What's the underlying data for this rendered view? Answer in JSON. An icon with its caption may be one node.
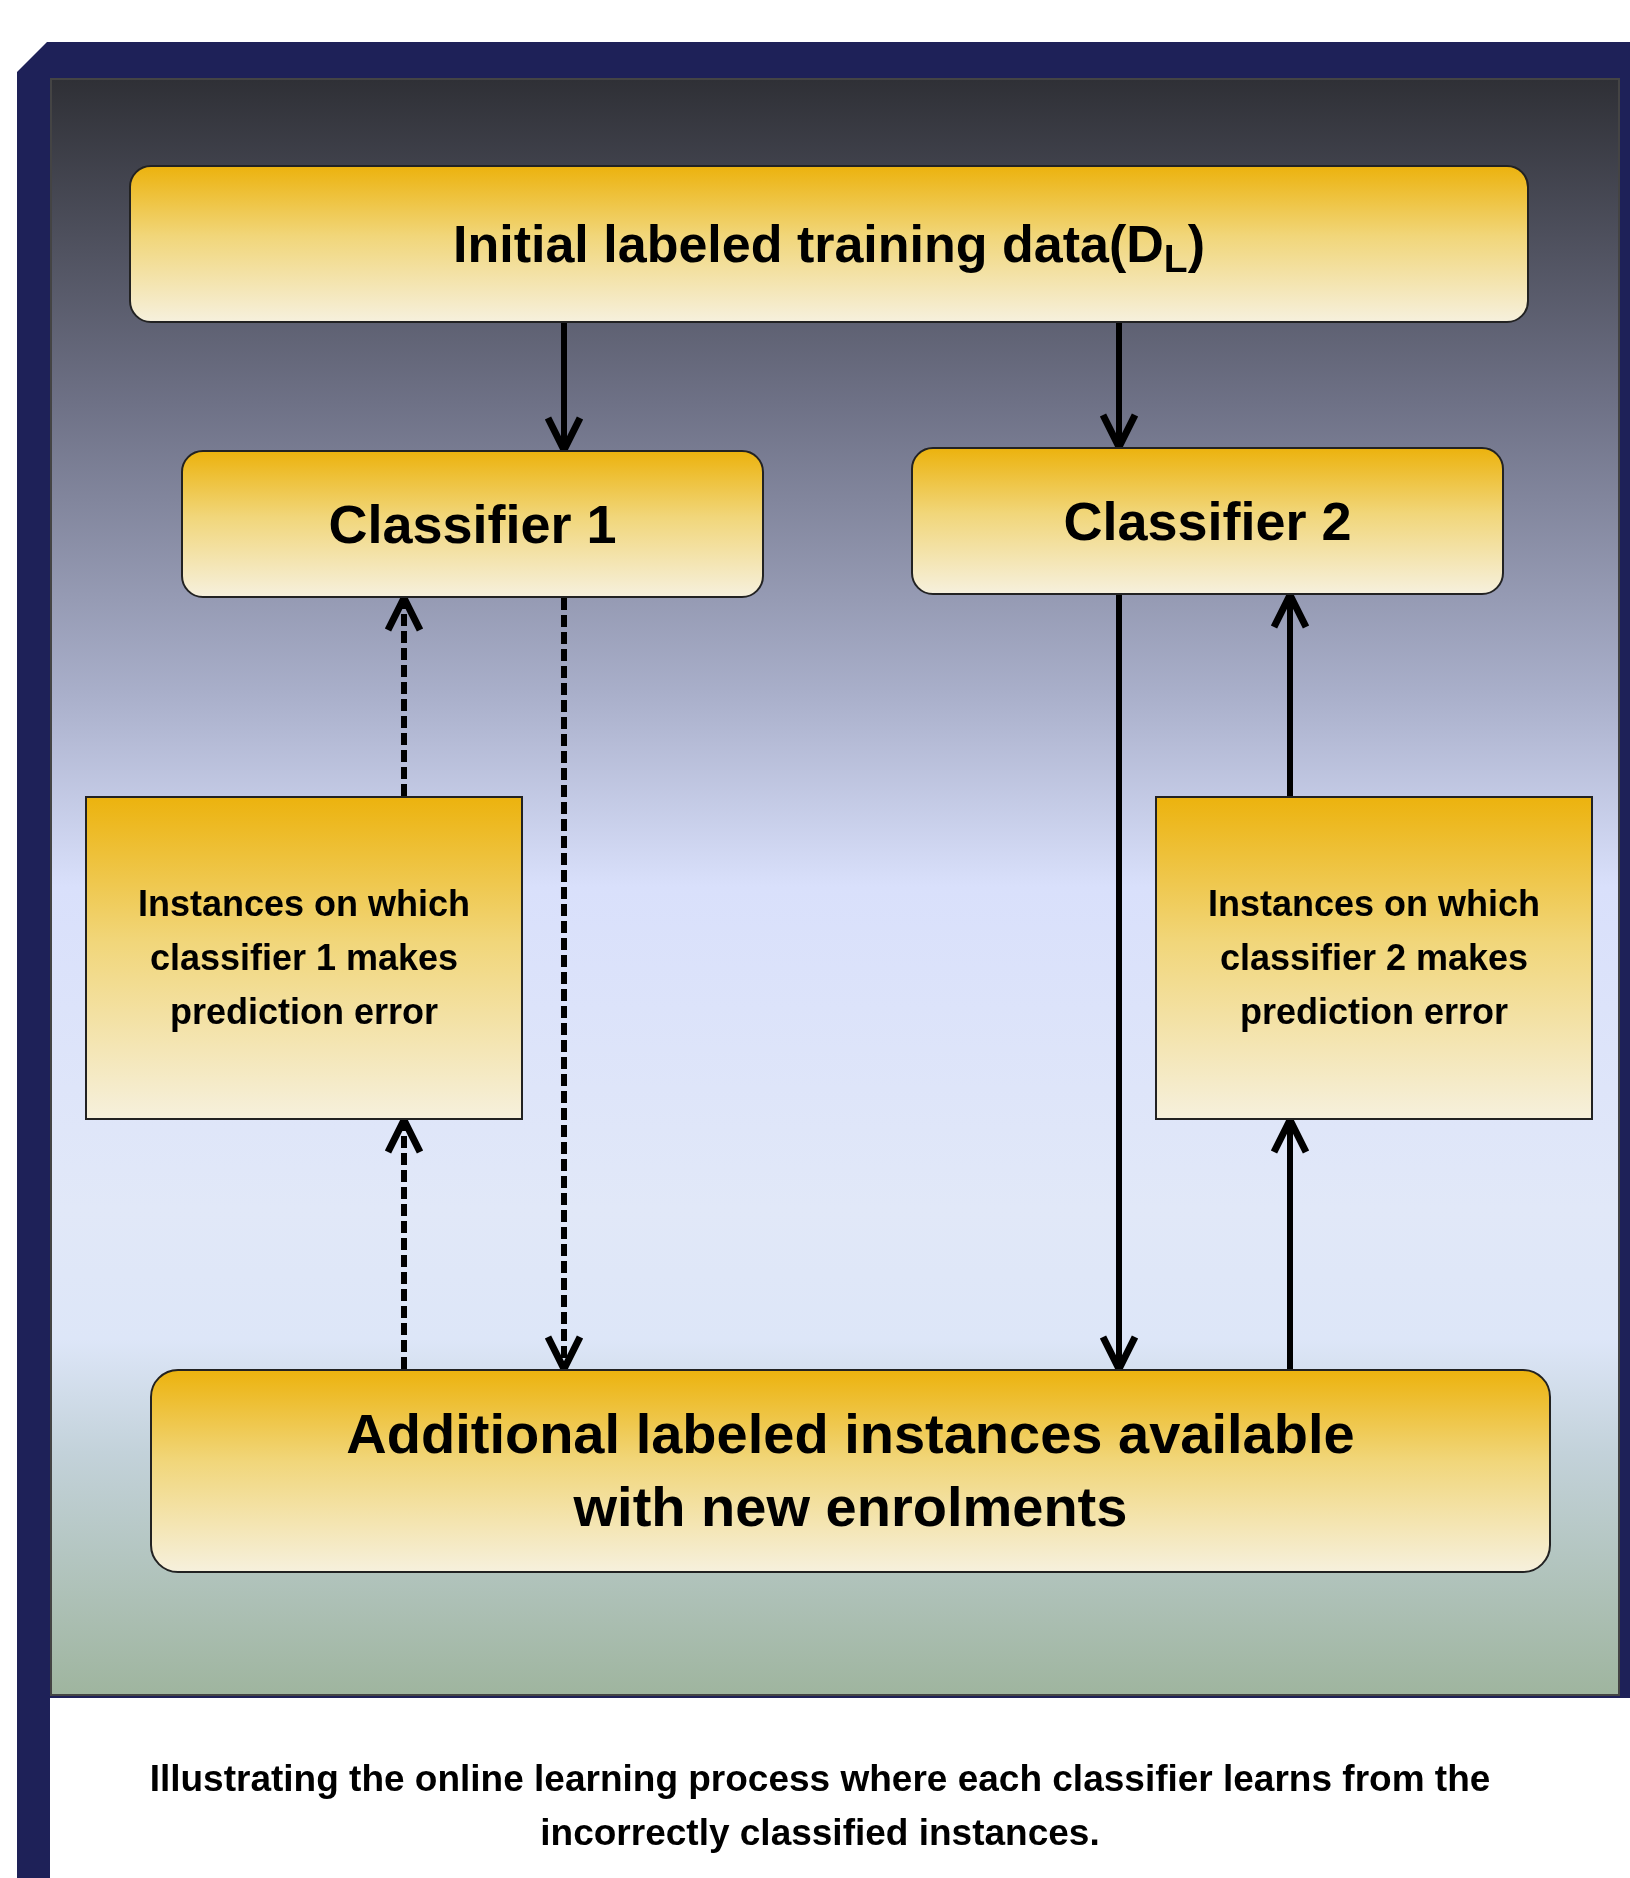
{
  "diagram": {
    "caption": "Illustrating the online learning process where each classifier learns from the incorrectly classified instances.",
    "nodes": [
      {
        "text": [
          "Initial labeled training data(D$_{L}$)"
        ]
      },
      {
        "text": [
          "Classifier 1"
        ]
      },
      {
        "text": [
          "Classifier 2"
        ]
      },
      {
        "text": [
          "Instances on which classifier 1 makes prediction error"
        ]
      },
      {
        "text": [
          "Instances on which classifier 2 makes prediction error"
        ]
      },
      {
        "text": [
          "Additional labeled instances available with new enrolments"
        ]
      }
    ],
    "edges": [
      {
        "from": 0,
        "to": 1,
        "arrow": "to"
      },
      {
        "from": 0,
        "to": 2,
        "arrow": "to"
      },
      {
        "from": 1,
        "to": 5,
        "arrow": "to",
        "style": "dashed"
      },
      {
        "from": 5,
        "to": 3,
        "arrow": "to",
        "style": "dashed"
      },
      {
        "from": 3,
        "to": 1,
        "arrow": "to",
        "style": "dashed"
      },
      {
        "from": 2,
        "to": 5,
        "arrow": "to"
      },
      {
        "from": 5,
        "to": 4,
        "arrow": "to"
      },
      {
        "from": 4,
        "to": 2,
        "arrow": "to"
      }
    ]
  }
}
